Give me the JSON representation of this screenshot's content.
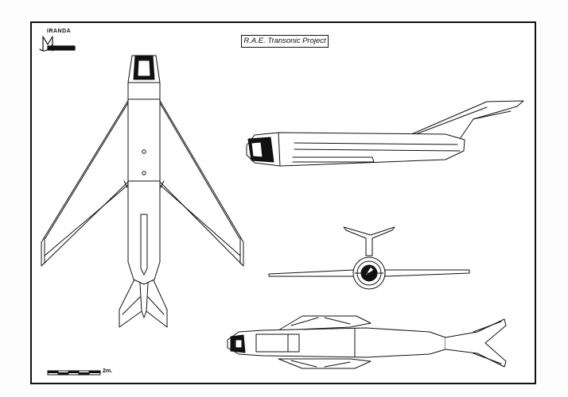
{
  "title": "R.A.E. Transonic Project",
  "logo": {
    "text": "IRANDA",
    "icon": "miranda-logo-icon"
  },
  "scale_bar": {
    "label": "2m.",
    "segments": 5
  },
  "views": [
    "plan-view",
    "side-view",
    "front-view",
    "underside-view"
  ]
}
